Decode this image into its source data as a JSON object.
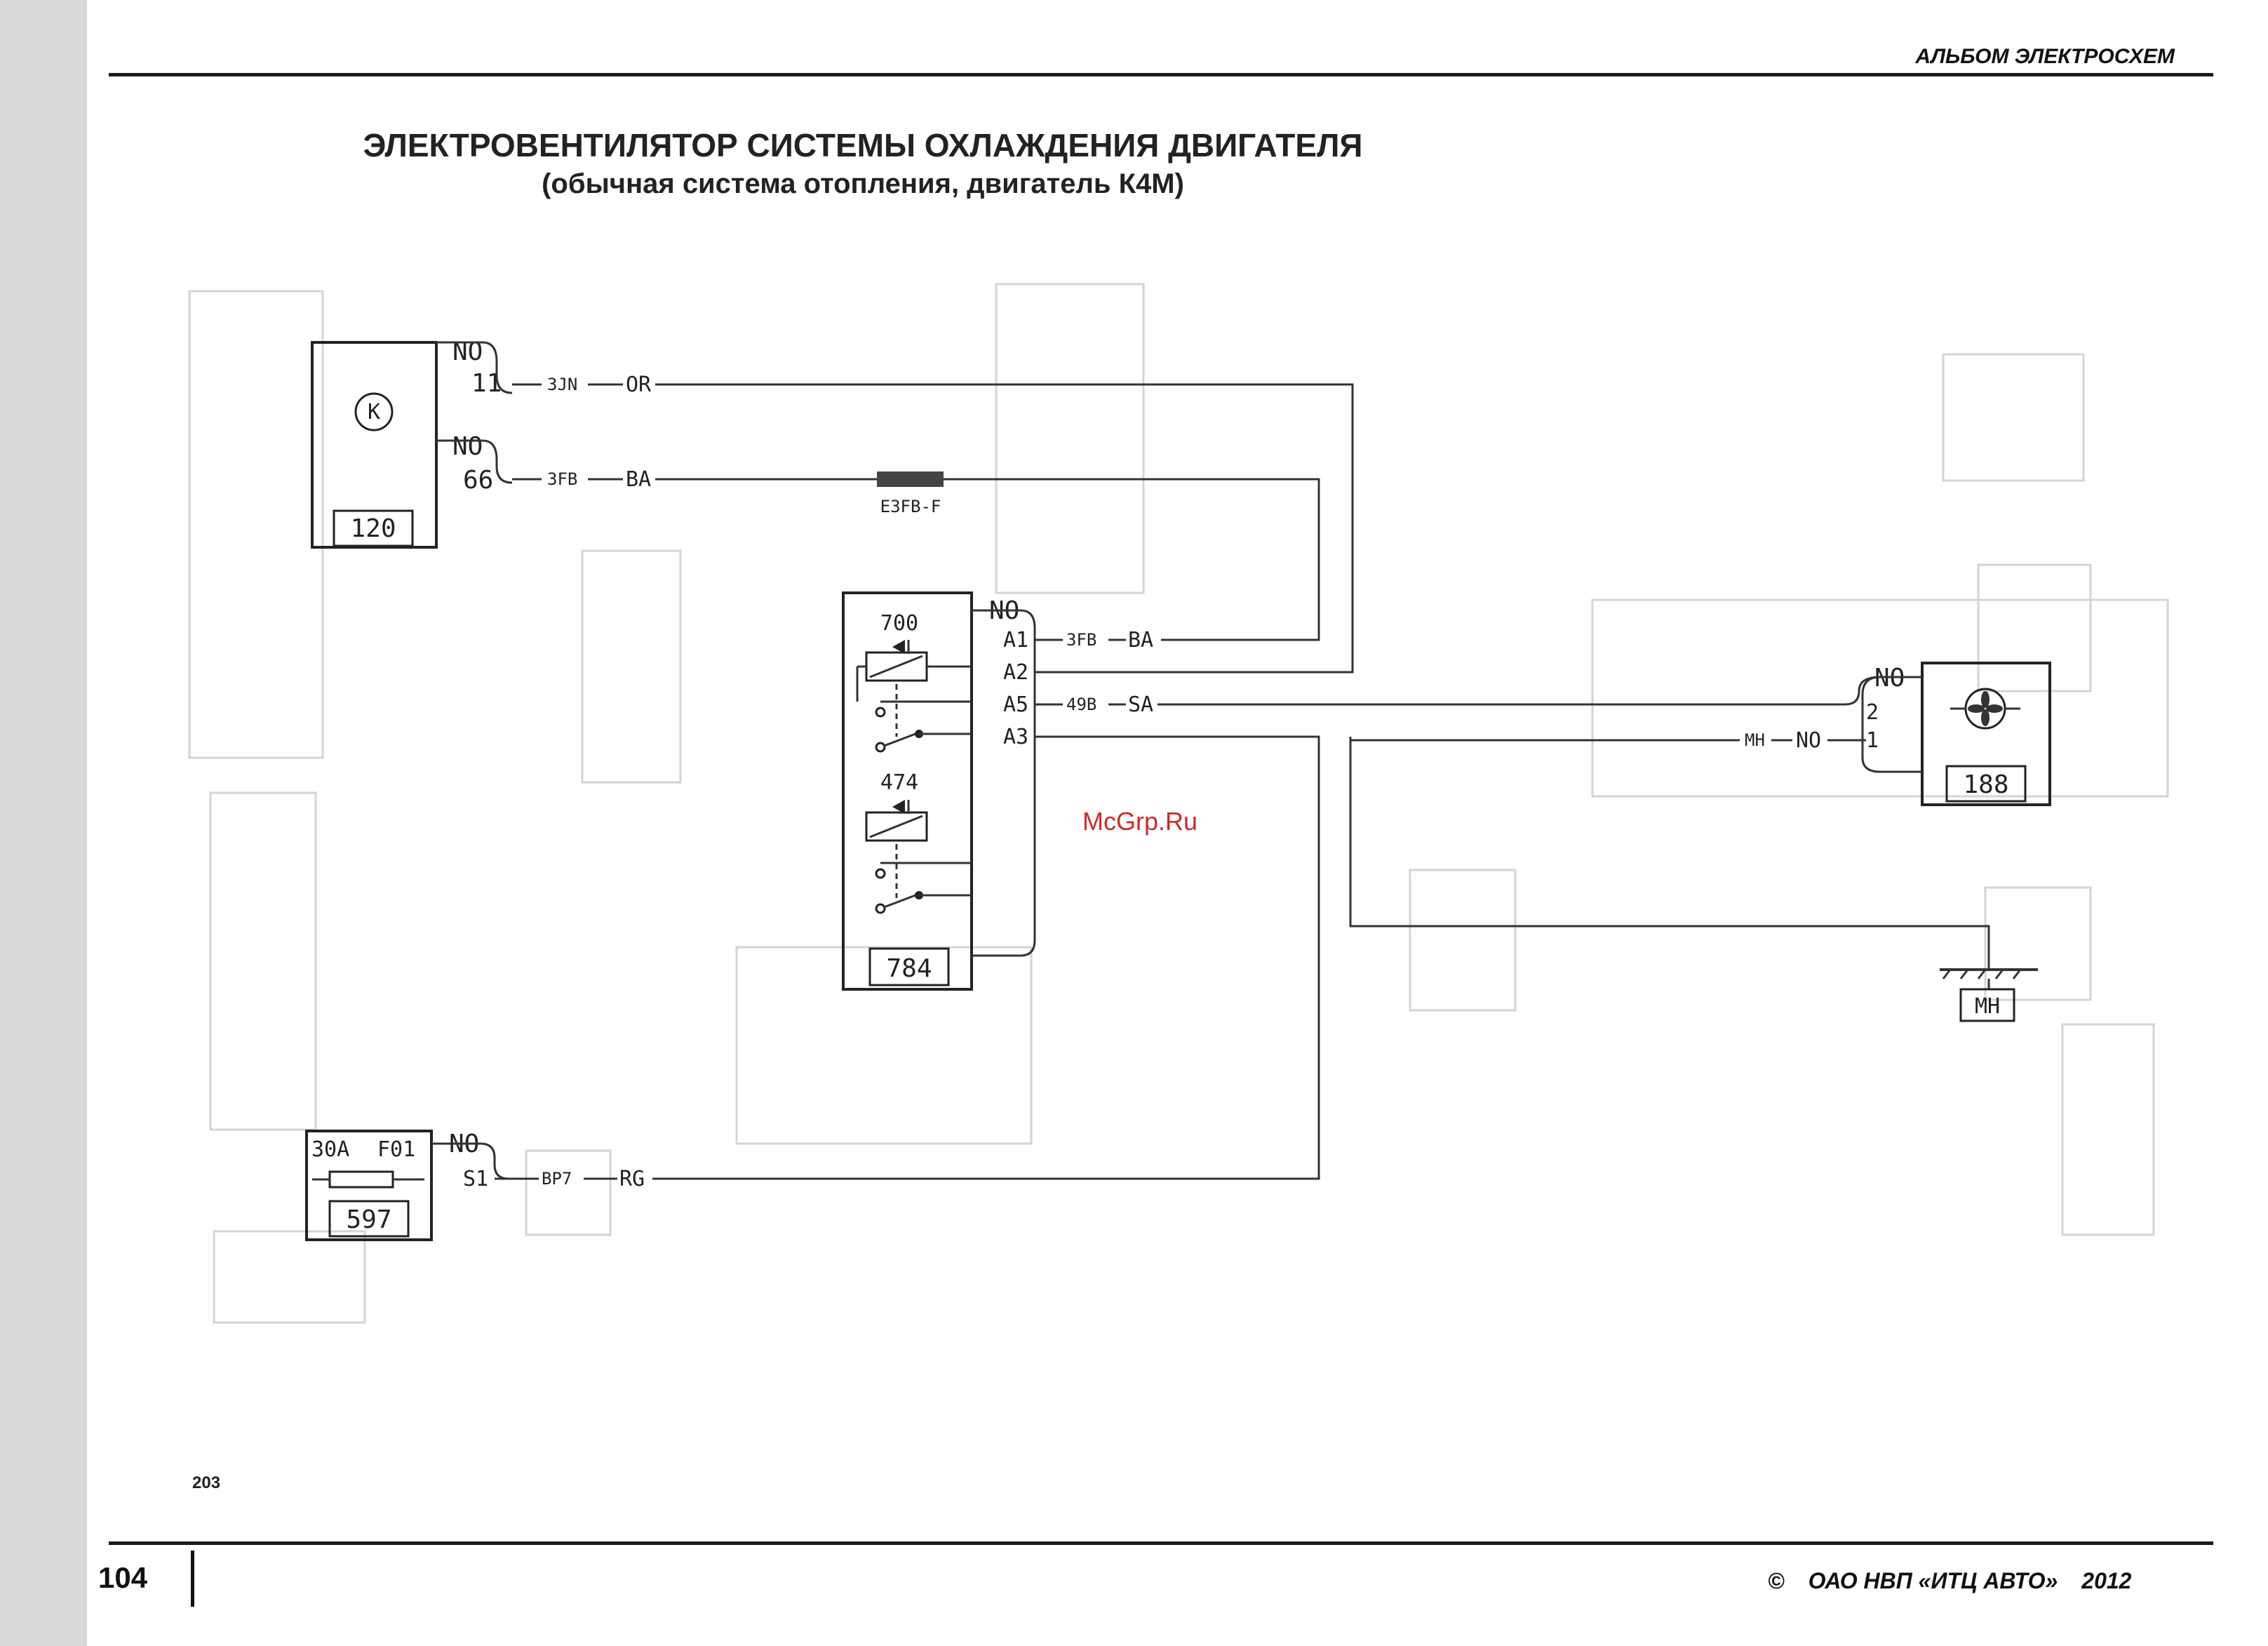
{
  "header": {
    "album_title": "АЛЬБОМ ЭЛЕКТРОСХЕМ"
  },
  "diagram": {
    "title": "ЭЛЕКТРОВЕНТИЛЯТОР СИСТЕМЫ ОХЛАЖДЕНИЯ ДВИГАТЕЛЯ",
    "subtitle": "(обычная система отопления, двигатель К4М)",
    "components": {
      "c120": {
        "id": "120",
        "symbol": "K",
        "connector1": "NO",
        "pin1": "11",
        "connector2": "NO",
        "pin2": "66"
      },
      "c784": {
        "id": "784",
        "relay1": "700",
        "relay2": "474",
        "connector": "NO",
        "pins": [
          "A1",
          "A2",
          "A5",
          "A3"
        ]
      },
      "c597": {
        "id": "597",
        "fuse_rating": "30A",
        "fuse_id": "F01",
        "connector": "NO",
        "pin": "S1"
      },
      "c188": {
        "id": "188",
        "connector": "NO",
        "pins": [
          "2",
          "1"
        ]
      },
      "ground": {
        "id": "MH"
      }
    },
    "wires": {
      "w1": {
        "code": "3JN",
        "color": "OR"
      },
      "w2": {
        "code": "3FB",
        "color": "BA"
      },
      "w3": {
        "code": "3FB",
        "color": "BA"
      },
      "w4": {
        "code": "49B",
        "color": "SA"
      },
      "w5": {
        "code": "BP7",
        "color": "RG"
      },
      "w6": {
        "code": "MH",
        "color": "NO"
      }
    },
    "splice": {
      "label": "E3FB-F"
    }
  },
  "watermark": "McGrp.Ru",
  "footer": {
    "note": "203",
    "page_number": "104",
    "copyright_symbol": "©",
    "publisher": "ОАО НВП «ИТЦ АВТО»",
    "year": "2012"
  }
}
